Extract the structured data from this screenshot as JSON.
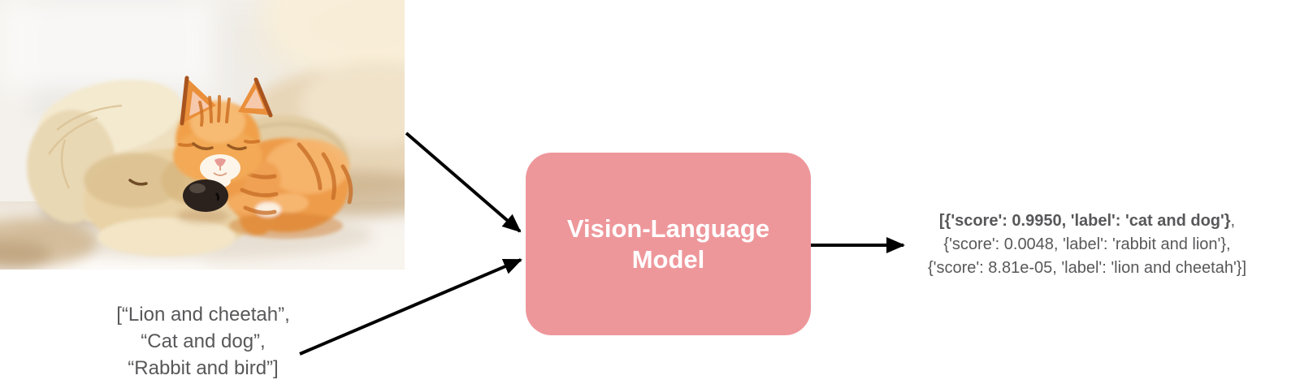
{
  "diagram": {
    "photo": {
      "description": "Sleeping cream puppy cuddling a sleeping orange tabby kitten on a white fluffy blanket"
    },
    "candidate_labels": {
      "line1": "[“Lion and cheetah”,",
      "line2": "“Cat and dog”,",
      "line3": "“Rabbit and bird”]"
    },
    "model": {
      "label": "Vision-Language Model",
      "bg_color": "#EE979B",
      "text_color": "#FFFFFF"
    },
    "output": {
      "line1_bold": "[{'score': 0.9950, 'label': 'cat and dog'}",
      "line1_tail": ",",
      "line2": "{'score': 0.0048, 'label': 'rabbit and lion'},",
      "line3": "{'score': 8.81e-05, 'label': 'lion and cheetah'}]"
    },
    "colors": {
      "arrow": "#000000",
      "text_gray": "#58585A"
    }
  }
}
